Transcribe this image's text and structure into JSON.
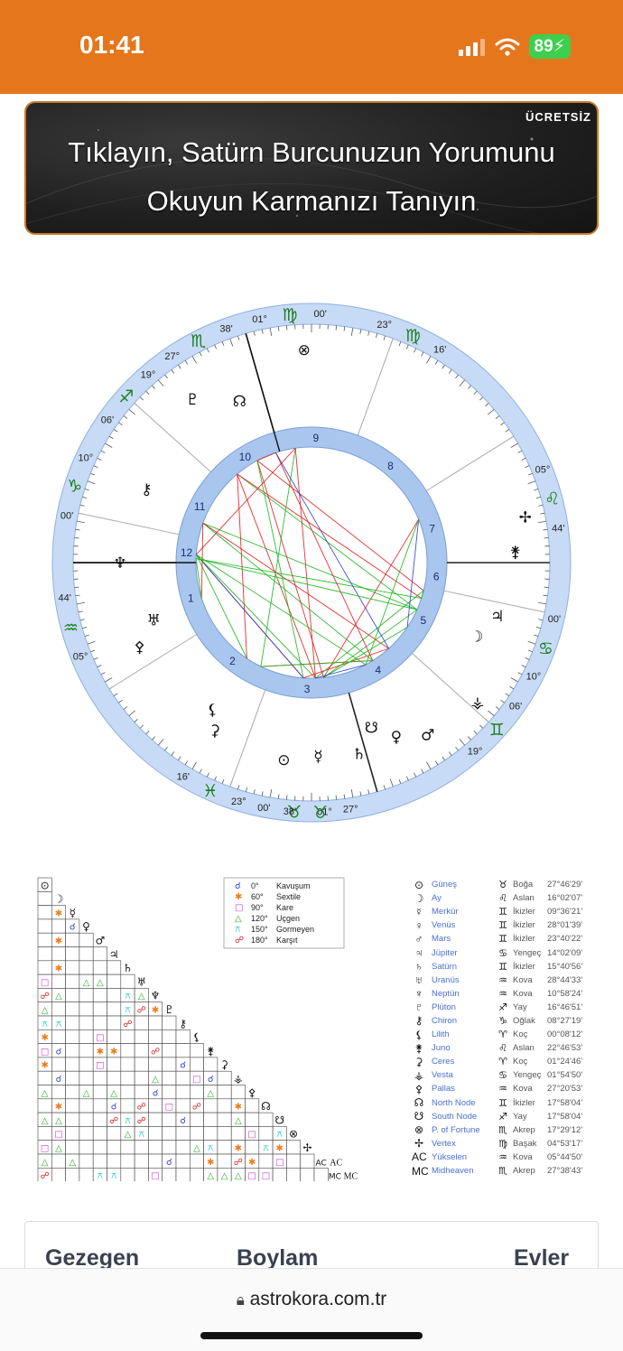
{
  "status": {
    "time": "01:41",
    "battery": "89"
  },
  "banner": {
    "badge": "ÜCRETSİZ",
    "line1": "Tıklayın, Satürn Burcunuzun Yorumunu",
    "line2": "Okuyun Karmanızı Tanıyın"
  },
  "wheel": {
    "houses": [
      "1",
      "2",
      "3",
      "4",
      "5",
      "6",
      "7",
      "8",
      "9",
      "10",
      "11",
      "12"
    ],
    "cusps": [
      {
        "sign": "♍",
        "deg": "01°",
        "min": "00'"
      },
      {
        "sign": "♍",
        "deg": "23°",
        "min": "16'"
      },
      {
        "sign": "♌",
        "deg": "05°",
        "min": "44'"
      },
      {
        "sign": "♋",
        "deg": "00'",
        "min": "10°"
      },
      {
        "sign": "♊",
        "deg": "06'",
        "min": "19°"
      },
      {
        "sign": "♉",
        "deg": "01°",
        "min": "00'"
      },
      {
        "sign": "♓",
        "deg": "23°",
        "min": "16'"
      },
      {
        "sign": "♒",
        "deg": "05°",
        "min": "44'"
      },
      {
        "sign": "♑",
        "deg": "00'",
        "min": "10°"
      },
      {
        "sign": "♐",
        "deg": "06'",
        "min": "19°"
      },
      {
        "sign": "♏",
        "deg": "27°",
        "min": "38'"
      },
      {
        "sign": "♉",
        "deg": "27°",
        "min": "38'"
      }
    ]
  },
  "aspect_legend": [
    {
      "sym": "☌",
      "color": "#2a3fd8",
      "deg": "0°",
      "name": "Kavuşum"
    },
    {
      "sym": "✱",
      "color": "#f07c19",
      "deg": "60°",
      "name": "Sextile"
    },
    {
      "sym": "□",
      "color": "#d43ad4",
      "deg": "90°",
      "name": "Kare"
    },
    {
      "sym": "△",
      "color": "#1bb51b",
      "deg": "120°",
      "name": "Uçgen"
    },
    {
      "sym": "⚻",
      "color": "#19c5c5",
      "deg": "150°",
      "name": "Gormeyen"
    },
    {
      "sym": "☍",
      "color": "#e21c1c",
      "deg": "180°",
      "name": "Karşıt"
    }
  ],
  "planets": [
    {
      "glyph": "⊙",
      "name": "Güneş",
      "sign": "♉",
      "sign_name": "Boğa",
      "pos": "27°46'29'"
    },
    {
      "glyph": "☽",
      "name": "Ay",
      "sign": "♌",
      "sign_name": "Aslan",
      "pos": "16°02'07'"
    },
    {
      "glyph": "☿",
      "name": "Merkür",
      "sign": "♊",
      "sign_name": "İkizler",
      "pos": "09°36'21'"
    },
    {
      "glyph": "♀",
      "name": "Venüs",
      "sign": "♊",
      "sign_name": "İkizler",
      "pos": "28°01'39'"
    },
    {
      "glyph": "♂",
      "name": "Mars",
      "sign": "♊",
      "sign_name": "İkizler",
      "pos": "23°40'22'"
    },
    {
      "glyph": "♃",
      "name": "Jüpiter",
      "sign": "♋",
      "sign_name": "Yengeç",
      "pos": "14°02'09'"
    },
    {
      "glyph": "♄",
      "name": "Satürn",
      "sign": "♊",
      "sign_name": "İkizler",
      "pos": "15°40'56'"
    },
    {
      "glyph": "♅",
      "name": "Uranüs",
      "sign": "♒",
      "sign_name": "Kova",
      "pos": "28°44'33'"
    },
    {
      "glyph": "♆",
      "name": "Neptün",
      "sign": "♒",
      "sign_name": "Kova",
      "pos": "10°58'24'"
    },
    {
      "glyph": "♇",
      "name": "Plüton",
      "sign": "♐",
      "sign_name": "Yay",
      "pos": "16°46'51'"
    },
    {
      "glyph": "⚷",
      "name": "Chiron",
      "sign": "♑",
      "sign_name": "Oğlak",
      "pos": "08°27'19'"
    },
    {
      "glyph": "⚸",
      "name": "Lilith",
      "sign": "♈",
      "sign_name": "Koç",
      "pos": "00°08'12'"
    },
    {
      "glyph": "⚵",
      "name": "Juno",
      "sign": "♌",
      "sign_name": "Aslan",
      "pos": "22°46'53'"
    },
    {
      "glyph": "⚳",
      "name": "Ceres",
      "sign": "♈",
      "sign_name": "Koç",
      "pos": "01°24'46'"
    },
    {
      "glyph": "⚶",
      "name": "Vesta",
      "sign": "♋",
      "sign_name": "Yengeç",
      "pos": "01°54'50'"
    },
    {
      "glyph": "⚴",
      "name": "Pallas",
      "sign": "♒",
      "sign_name": "Kova",
      "pos": "27°20'53'"
    },
    {
      "glyph": "☊",
      "name": "North Node",
      "sign": "♊",
      "sign_name": "İkizler",
      "pos": "17°58'04'"
    },
    {
      "glyph": "☋",
      "name": "South Node",
      "sign": "♐",
      "sign_name": "Yay",
      "pos": "17°58'04'"
    },
    {
      "glyph": "⊗",
      "name": "P. of Fortune",
      "sign": "♏",
      "sign_name": "Akrep",
      "pos": "17°29'12'"
    },
    {
      "glyph": "✢",
      "name": "Vertex",
      "sign": "♍",
      "sign_name": "Başak",
      "pos": "04°53'17'"
    },
    {
      "glyph": "AC",
      "name": "Yükselen",
      "sign": "♒",
      "sign_name": "Kova",
      "pos": "05°44'50'"
    },
    {
      "glyph": "MC",
      "name": "Midheaven",
      "sign": "♏",
      "sign_name": "Akrep",
      "pos": "27°38'43'"
    }
  ],
  "grid_corner_labels": [
    "AC",
    "MC"
  ],
  "table": {
    "col1": "Gezegen",
    "col2": "Boylam",
    "col3": "Evler"
  },
  "url": "astrokora.com.tr",
  "colors": {
    "accent": "#e6761c",
    "ring": "#a9c6ef",
    "aspect_blue": "#2a3fd8",
    "aspect_red": "#e21c1c",
    "aspect_green": "#1bb51b"
  }
}
